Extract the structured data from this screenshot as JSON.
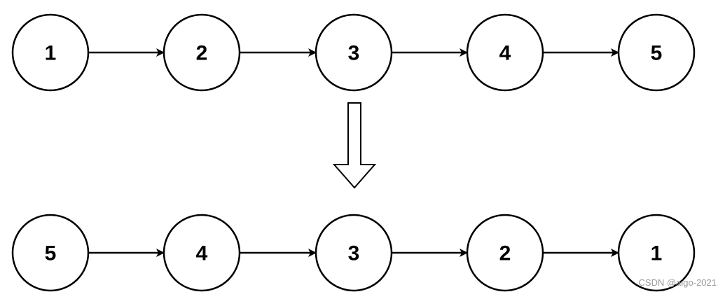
{
  "diagram": {
    "original_list": [
      "1",
      "2",
      "3",
      "4",
      "5"
    ],
    "reversed_list": [
      "5",
      "4",
      "3",
      "2",
      "1"
    ]
  },
  "watermark": "CSDN @aigo-2021",
  "colors": {
    "stroke": "#000000",
    "fill": "#ffffff",
    "watermark": "#9a9a9a"
  }
}
